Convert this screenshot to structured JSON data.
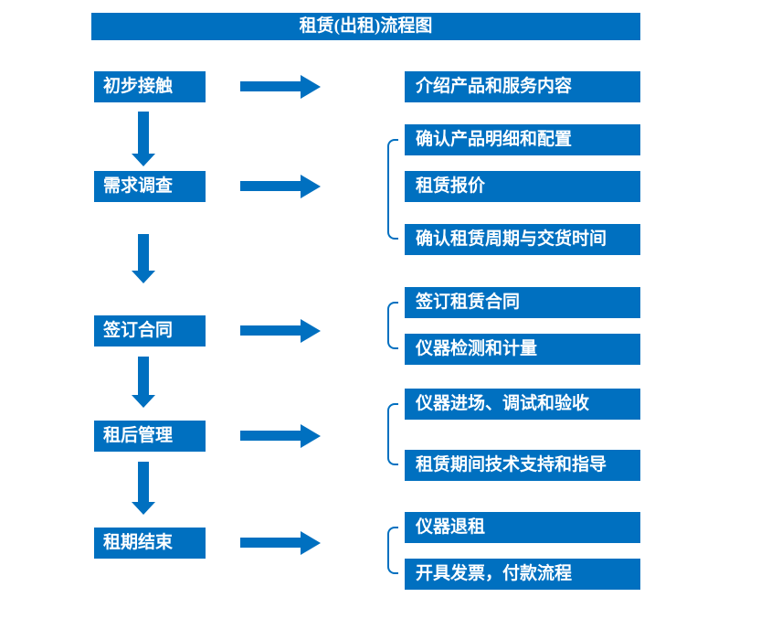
{
  "title": "租赁(出租)流程图",
  "colors": {
    "primary": "#0070C0",
    "text_on_primary": "#FFFFFF"
  },
  "flow": [
    {
      "step": "初步接触",
      "details": [
        "介绍产品和服务内容"
      ]
    },
    {
      "step": "需求调查",
      "details": [
        "确认产品明细和配置",
        "租赁报价",
        "确认租赁周期与交货时间"
      ]
    },
    {
      "step": "签订合同",
      "details": [
        "签订租赁合同",
        "仪器检测和计量"
      ]
    },
    {
      "step": "租后管理",
      "details": [
        "仪器进场、调试和验收",
        "租赁期间技术支持和指导"
      ]
    },
    {
      "step": "租期结束",
      "details": [
        "仪器退租",
        "开具发票，付款流程"
      ]
    }
  ]
}
